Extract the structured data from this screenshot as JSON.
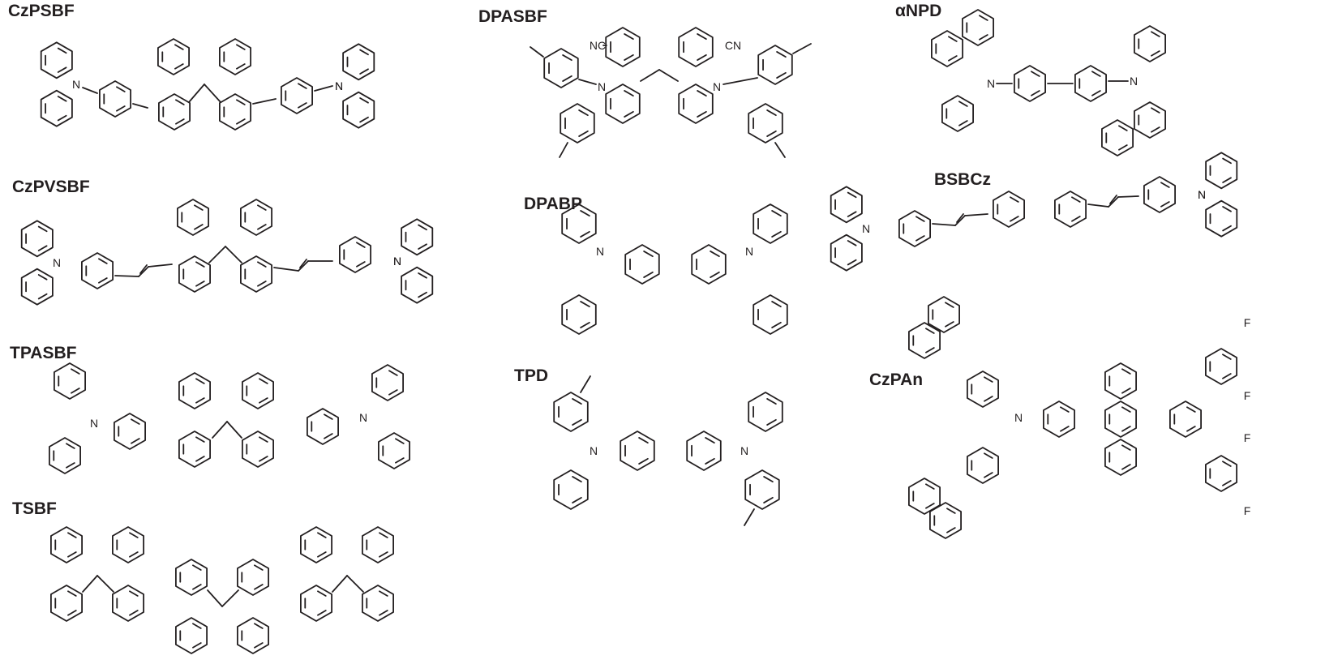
{
  "figure": {
    "compounds": [
      {
        "id": "czpsbf",
        "label": "CzPSBF"
      },
      {
        "id": "dpasbf",
        "label": "DPASBF"
      },
      {
        "id": "anpd",
        "label": "αNPD"
      },
      {
        "id": "czpvsbf",
        "label": "CzPVSBF"
      },
      {
        "id": "dpabp",
        "label": "DPABP"
      },
      {
        "id": "bsbcz",
        "label": "BSBCz"
      },
      {
        "id": "tpasbf",
        "label": "TPASBF"
      },
      {
        "id": "tpd",
        "label": "TPD"
      },
      {
        "id": "czpan",
        "label": "CzPAn"
      },
      {
        "id": "tsbf",
        "label": "TSBF"
      }
    ],
    "atoms": {
      "nitrogen": "N",
      "nitrile": "CN",
      "nitrile_left": "NC",
      "fluorine": "F"
    }
  }
}
